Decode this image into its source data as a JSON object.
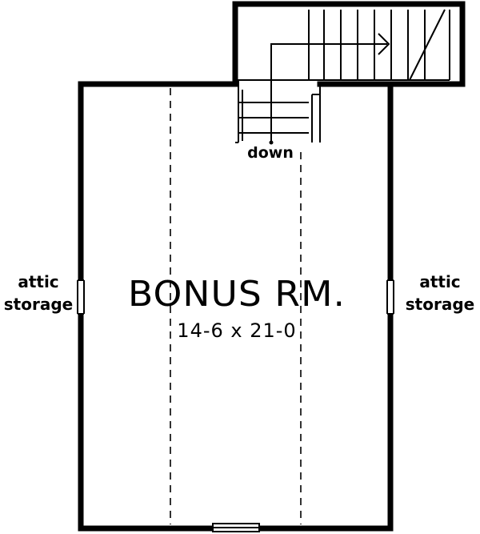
{
  "plan": {
    "room_name": "BONUS RM.",
    "room_dimensions": "14-6 x 21-0",
    "stair_label": "down",
    "left_side": {
      "line1": "attic",
      "line2": "storage"
    },
    "right_side": {
      "line1": "attic",
      "line2": "storage"
    }
  }
}
